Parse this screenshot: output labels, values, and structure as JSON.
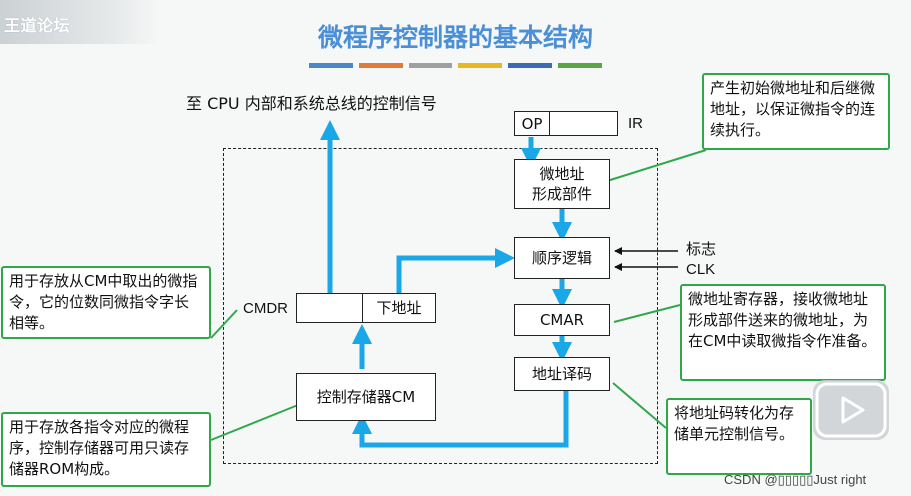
{
  "header": {
    "logo_text": "王道论坛",
    "title": "微程序控制器的基本结构",
    "stripe_colors": [
      "#4a86c8",
      "#e07b39",
      "#a0a0a0",
      "#e6b821",
      "#3c6bb4",
      "#5aa646"
    ]
  },
  "diagram": {
    "top_caption": "至 CPU 内部和系统总线的控制信号",
    "ir": {
      "op": "OP",
      "label": "IR"
    },
    "micro_addr_gen": "微地址\n形成部件",
    "seq_logic": "顺序逻辑",
    "inputs": {
      "flag": "标志",
      "clk": "CLK"
    },
    "cmar": "CMAR",
    "addr_decode": "地址译码",
    "cmdr": {
      "label": "CMDR",
      "next_addr": "下地址"
    },
    "cm": "控制存储器CM",
    "arrow_color": "#1aa7e8"
  },
  "notes": {
    "init_addr": "产生初始微地址和后继微地址，以保证微指令的连续执行。",
    "cmdr": "用于存放从CM中取出的微指令，它的位数同微指令字长相等。",
    "cm": "用于存放各指令对应的微程序，控制存储器可用只读存储器ROM构成。",
    "cmar": "微地址寄存器，接收微地址形成部件送来的微地址，为在CM中读取微指令作准备。",
    "decode": "将地址码转化为存储单元控制信号。"
  },
  "watermark": "CSDN @▯▯▯▯▯Just right",
  "video_icon": "play-icon"
}
